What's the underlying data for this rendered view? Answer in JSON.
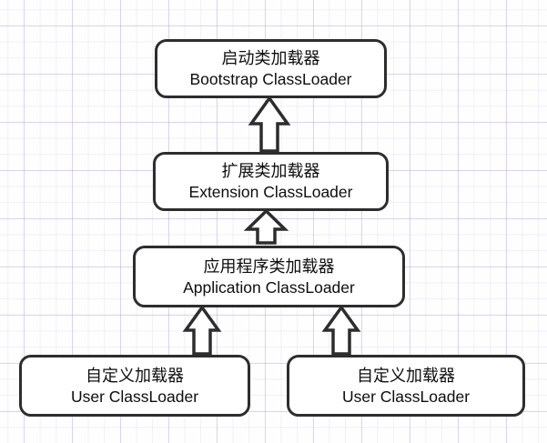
{
  "diagram": {
    "description": "ClassLoader delegation hierarchy",
    "nodes": {
      "bootstrap": {
        "zh": "启动类加载器",
        "en": "Bootstrap ClassLoader"
      },
      "extension": {
        "zh": "扩展类加载器",
        "en": "Extension ClassLoader"
      },
      "application": {
        "zh": "应用程序类加载器",
        "en": "Application ClassLoader"
      },
      "user_left": {
        "zh": "自定义加载器",
        "en": "User ClassLoader"
      },
      "user_right": {
        "zh": "自定义加载器",
        "en": "User ClassLoader"
      }
    },
    "edges": [
      {
        "from": "extension",
        "to": "bootstrap",
        "style": "hollow-block-arrow-up"
      },
      {
        "from": "application",
        "to": "extension",
        "style": "hollow-block-arrow-up"
      },
      {
        "from": "user_left",
        "to": "application",
        "style": "hollow-block-arrow-up"
      },
      {
        "from": "user_right",
        "to": "application",
        "style": "hollow-block-arrow-up"
      }
    ],
    "colors": {
      "box_border": "#2d2d2d",
      "box_fill": "#ffffff",
      "text": "#0e0e0e",
      "grid_minor": "#f1eef9",
      "grid_major": "#e2def2",
      "background": "#fefeff"
    }
  }
}
